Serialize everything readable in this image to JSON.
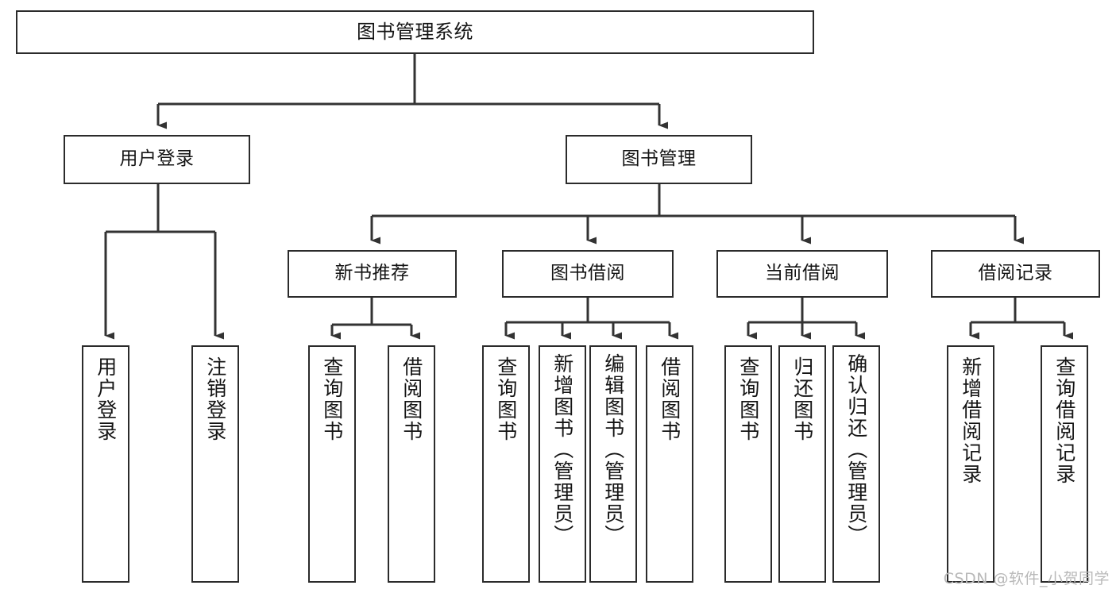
{
  "diagram": {
    "type": "tree",
    "title": "图书管理系统",
    "watermark": "CSDN @软件_小贺同学",
    "colors": {
      "box_border": "#2b2b2b",
      "box_fill": "#ffffff",
      "connector": "#333333",
      "text": "#141414",
      "watermark": "#b9b9b9"
    },
    "nodes": {
      "root": {
        "label": "图书管理系统"
      },
      "level2": [
        {
          "label": "用户登录"
        },
        {
          "label": "图书管理"
        }
      ],
      "level3": [
        {
          "label": "新书推荐"
        },
        {
          "label": "图书借阅"
        },
        {
          "label": "当前借阅"
        },
        {
          "label": "借阅记录"
        }
      ],
      "leaves": {
        "user_login": [
          {
            "label": "用户登录"
          },
          {
            "label": "注销登录"
          }
        ],
        "new_book_recommend": [
          {
            "label": "查询图书"
          },
          {
            "label": "借阅图书"
          }
        ],
        "book_borrow": [
          {
            "label": "查询图书"
          },
          {
            "label": "新增图书（管理员）"
          },
          {
            "label": "编辑图书（管理员）"
          },
          {
            "label": "借阅图书"
          }
        ],
        "current_borrow": [
          {
            "label": "查询图书"
          },
          {
            "label": "归还图书"
          },
          {
            "label": "确认归还（管理员）"
          }
        ],
        "borrow_record": [
          {
            "label": "新增借阅记录"
          },
          {
            "label": "查询借阅记录"
          }
        ]
      }
    }
  }
}
